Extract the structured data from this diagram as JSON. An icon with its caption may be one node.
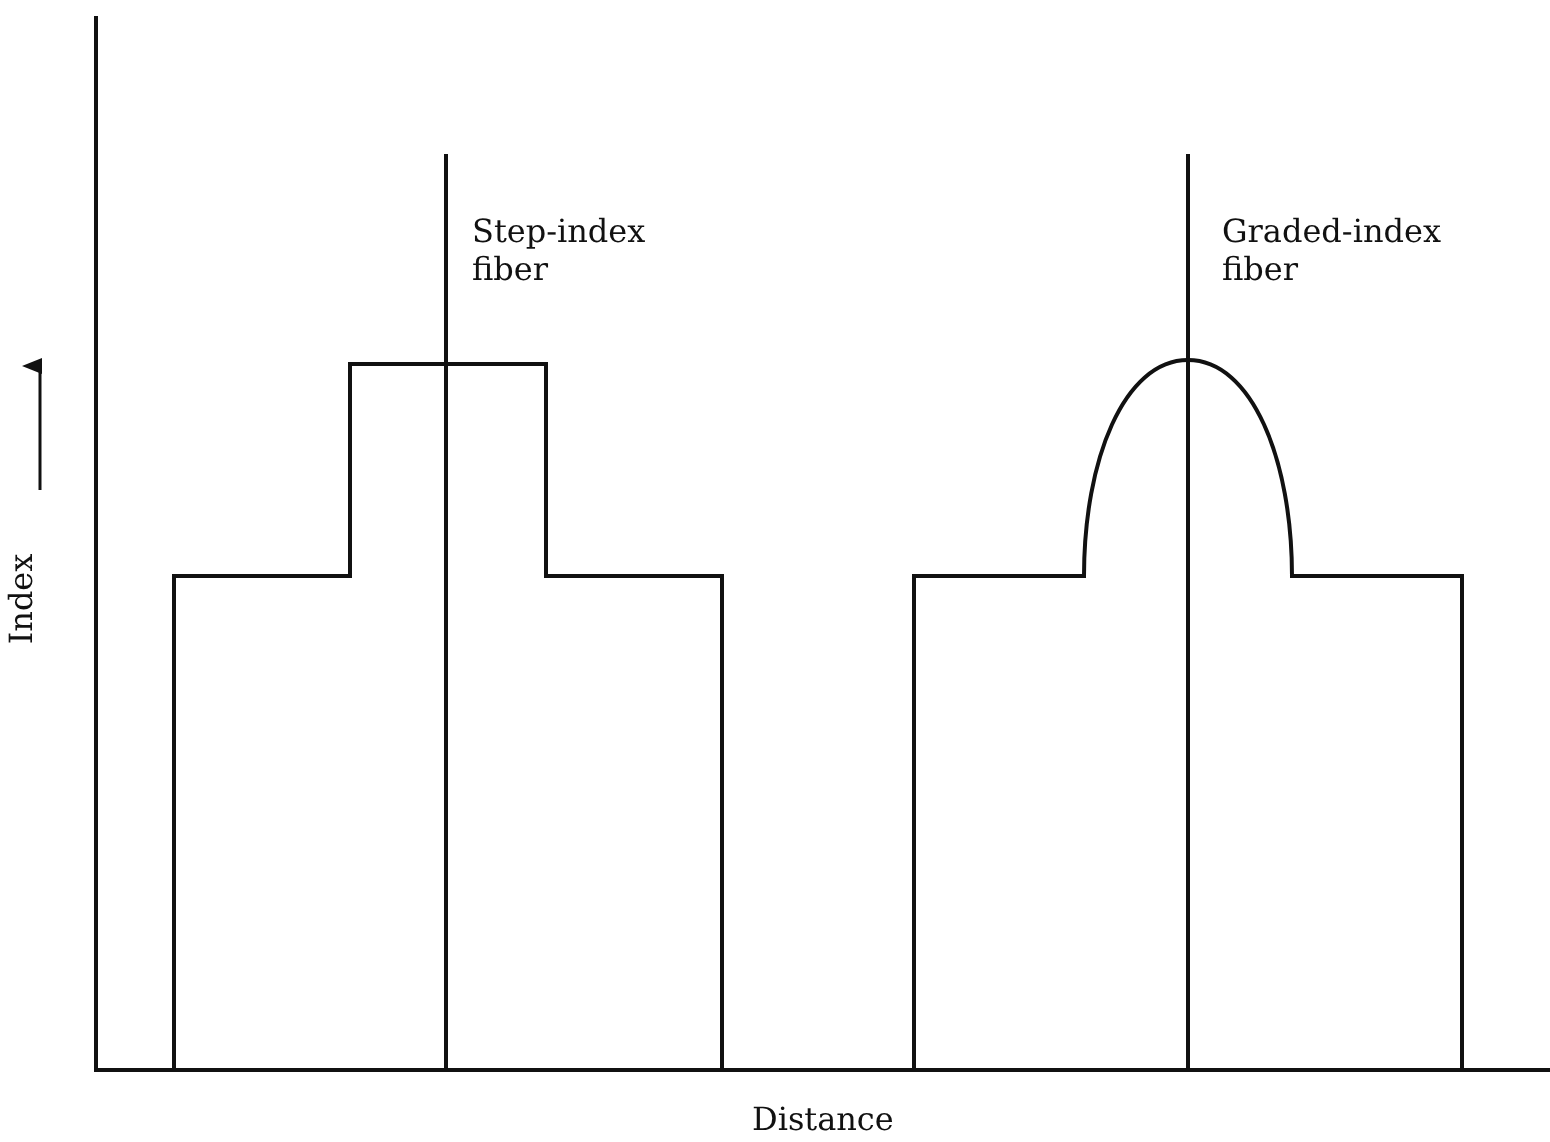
{
  "diagram": {
    "labels": [
      "Step-index fiber",
      "Graded-index fiber",
      "Index",
      "Distance"
    ]
  }
}
